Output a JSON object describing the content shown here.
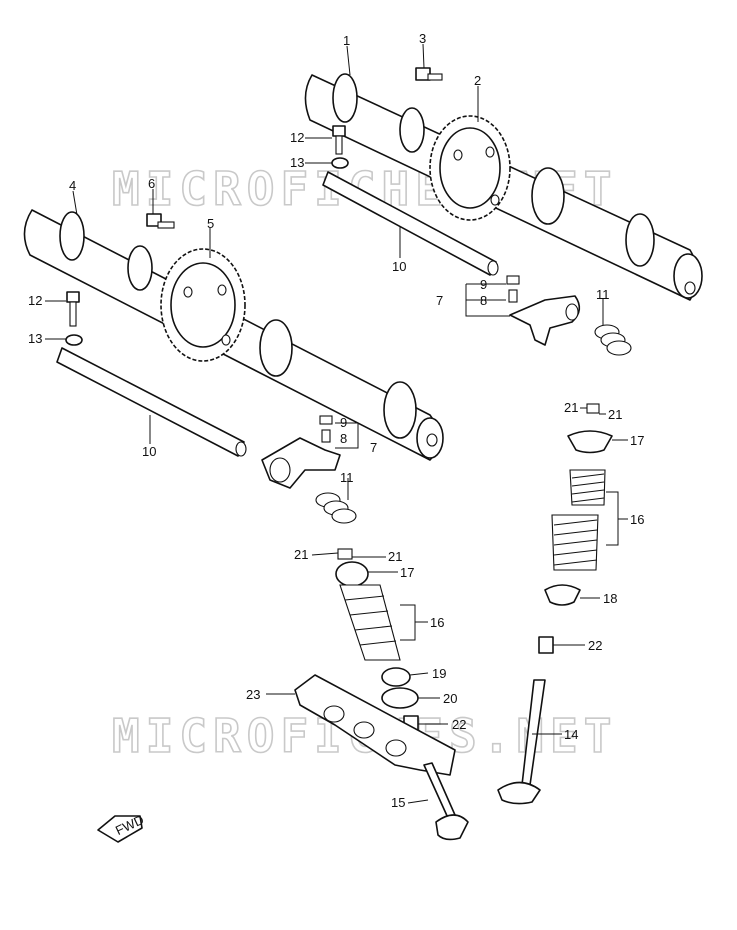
{
  "diagram": {
    "watermark": "MICROFICHES.NET",
    "fwd_label": "FWD",
    "callouts": [
      "1",
      "2",
      "3",
      "4",
      "5",
      "6",
      "7",
      "8",
      "9",
      "10",
      "11",
      "12",
      "13",
      "14",
      "15",
      "16",
      "17",
      "18",
      "19",
      "20",
      "21",
      "22",
      "23"
    ]
  }
}
